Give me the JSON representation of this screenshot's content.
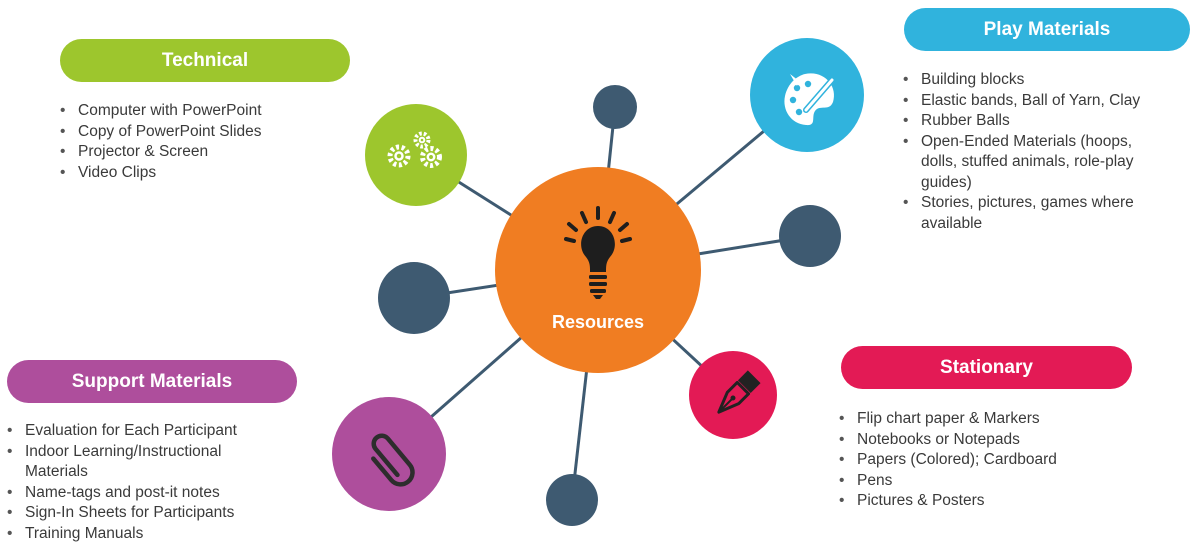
{
  "center": {
    "label": "Resources",
    "color": "#f07d22",
    "icon": "lightbulb-icon"
  },
  "node_color": "#3e5a71",
  "sections": {
    "technical": {
      "title": "Technical",
      "color": "#9dc62d",
      "icon": "gears-icon",
      "items": [
        "Computer with PowerPoint",
        "Copy of PowerPoint Slides",
        "Projector & Screen",
        "Video Clips"
      ]
    },
    "play": {
      "title": "Play Materials",
      "color": "#30b3dd",
      "icon": "paint-palette-icon",
      "items": [
        "Building blocks",
        "Elastic bands, Ball of Yarn,  Clay",
        "Rubber Balls",
        "Open-Ended Materials (hoops, dolls, stuffed animals, role-play guides)",
        "Stories, pictures, games where available"
      ]
    },
    "support": {
      "title": "Support Materials",
      "color": "#ae4e9c",
      "icon": "paperclip-icon",
      "items": [
        "Evaluation for Each Participant",
        "Indoor Learning/Instructional Materials",
        "Name-tags and post-it notes",
        "Sign-In Sheets for Participants",
        "Training Manuals"
      ]
    },
    "stationary": {
      "title": "Stationary",
      "color": "#e31a55",
      "icon": "fountain-pen-icon",
      "items": [
        "Flip chart paper & Markers",
        "Notebooks or Notepads",
        "Papers (Colored); Cardboard",
        "Pens",
        "Pictures & Posters"
      ]
    }
  }
}
